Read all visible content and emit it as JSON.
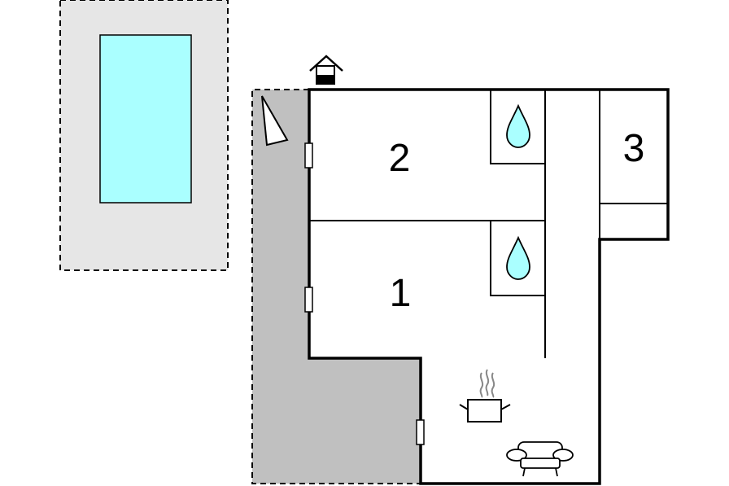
{
  "floorplan": {
    "rooms": [
      {
        "number": "2"
      },
      {
        "number": "1"
      },
      {
        "number": "3"
      }
    ],
    "icons": {
      "entrance": "house-entrance-icon",
      "bathroom": "water-drop-icon",
      "kitchen": "cooking-pot-icon",
      "living": "sofa-icon",
      "terrace": "sun-shade-icon"
    },
    "colors": {
      "walls": "#000000",
      "pool_water": "#aaffff",
      "pool_deck": "#e6e6e6",
      "terrace": "#c0c0c0",
      "drop_fill": "#aaffff"
    }
  }
}
